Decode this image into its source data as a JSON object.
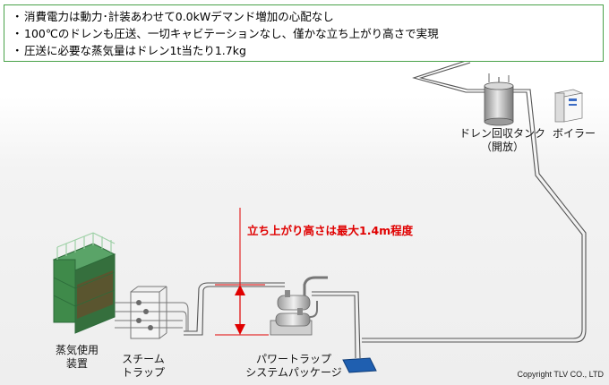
{
  "info": {
    "bullet": "・",
    "lines": [
      "消費電力は動力･計装あわせて0.0kWデマンド増加の心配なし",
      "100℃のドレンも圧送、一切キャビテーションなし、僅かな立ち上がり高さで実現",
      "圧送に必要な蒸気量はドレン1t当たり1.7kg"
    ]
  },
  "labels": {
    "drain_tank_1": "ドレン回収タンク",
    "drain_tank_2": "（開放）",
    "boiler": "ボイラー",
    "steam_equipment_1": "蒸気使用",
    "steam_equipment_2": "装置",
    "steam_trap_1": "スチーム",
    "steam_trap_2": "トラップ",
    "power_trap_1": "パワートラップ",
    "power_trap_2": "システムパッケージ"
  },
  "rise_note": "立ち上がり高さは最大1.4m程度",
  "copyright": "Copyright TLV CO., LTD",
  "colors": {
    "info_border": "#4aa24a",
    "rise_text": "#e00000",
    "pipe_stroke": "#444444",
    "floor": "#f2f2f2",
    "equipment_green": "#3f8a4a",
    "pit_blue": "#1f5fb0"
  },
  "icons": {
    "drain_tank": "drain-tank-icon",
    "boiler": "boiler-icon",
    "steam_equipment": "steam-equipment-icon",
    "steam_traps": "steam-trap-icon",
    "power_trap": "power-trap-icon",
    "drain_pit": "drain-pit-icon",
    "rise_arrow": "double-arrow-icon"
  }
}
